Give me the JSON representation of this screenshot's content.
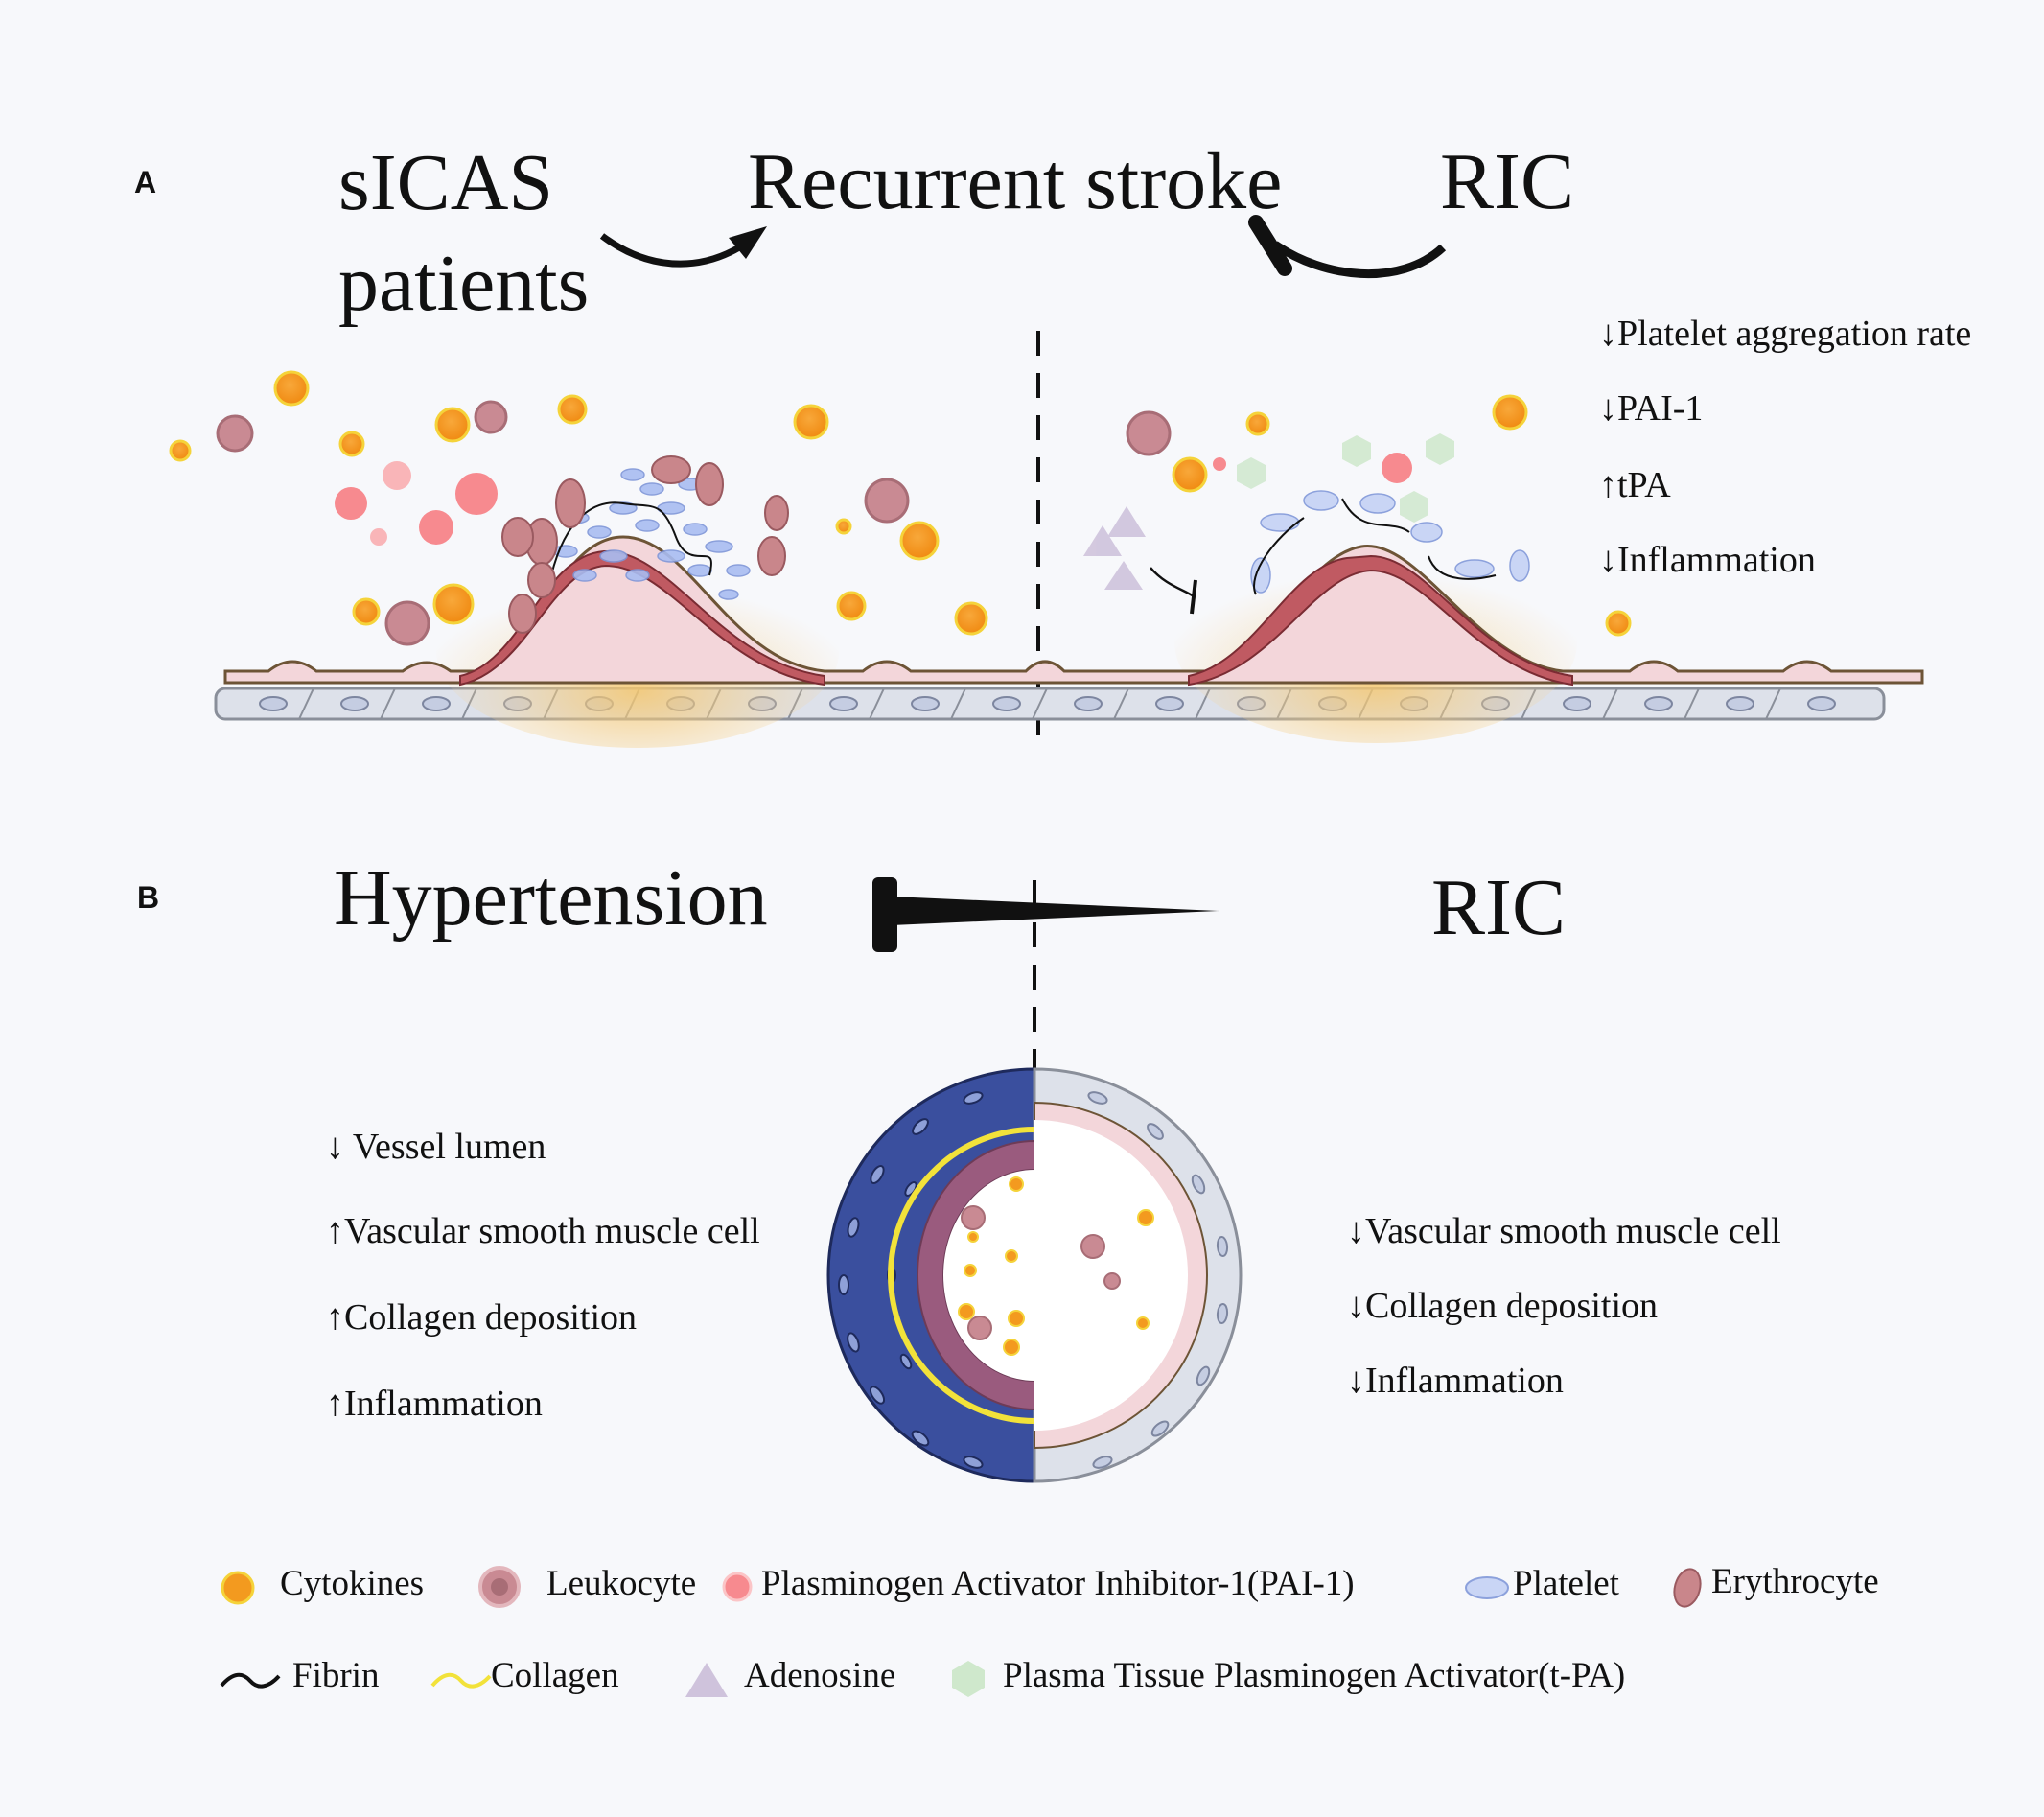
{
  "panel_a": {
    "label": "A",
    "left_title_line1": "sICAS",
    "left_title_line2": "patients",
    "center_title": "Recurrent stroke",
    "right_title": "RIC",
    "effects": [
      {
        "dir": "down",
        "text": "Platelet aggregation rate"
      },
      {
        "dir": "down",
        "text": "PAI-1"
      },
      {
        "dir": "up",
        "text": "tPA"
      },
      {
        "dir": "down",
        "text": "Inflammation"
      }
    ]
  },
  "panel_b": {
    "label": "B",
    "left_title": "Hypertension",
    "right_title": "RIC",
    "left_effects": [
      {
        "dir": "down",
        "text": "Vessel lumen"
      },
      {
        "dir": "up",
        "text": "Vascular smooth muscle cell"
      },
      {
        "dir": "up",
        "text": "Collagen deposition"
      },
      {
        "dir": "up",
        "text": "Inflammation"
      }
    ],
    "right_effects": [
      {
        "dir": "down",
        "text": "Vascular smooth muscle cell"
      },
      {
        "dir": "down",
        "text": "Collagen deposition"
      },
      {
        "dir": "down",
        "text": "Inflammation"
      }
    ]
  },
  "legend": {
    "row1": [
      {
        "icon": "cytokine-icon",
        "label": "Cytokines"
      },
      {
        "icon": "leukocyte-icon",
        "label": "Leukocyte"
      },
      {
        "icon": "pai1-icon",
        "label": "Plasminogen Activator Inhibitor-1(PAI-1)"
      },
      {
        "icon": "platelet-icon",
        "label": "Platelet"
      },
      {
        "icon": "erythrocyte-icon",
        "label": "Erythrocyte"
      }
    ],
    "row2": [
      {
        "icon": "fibrin-icon",
        "label": "Fibrin"
      },
      {
        "icon": "collagen-icon",
        "label": "Collagen"
      },
      {
        "icon": "adenosine-icon",
        "label": "Adenosine"
      },
      {
        "icon": "tpa-icon",
        "label": "Plasma Tissue Plasminogen Activator(t-PA)"
      }
    ]
  },
  "colors": {
    "cytokine": "#f39a1f",
    "leukocyte": "#c98a93",
    "pai1": "#f78a8f",
    "platelet": "#a9bdf2",
    "erythrocyte": "#b97a80",
    "collagen": "#f2e23a",
    "adenosine": "#cfc3dc",
    "tpa": "#cfe8cc",
    "smooth_muscle_dark": "#3a4f9e",
    "smooth_muscle_light": "#dde1ea",
    "plaque": "#f5d6a0",
    "intima": "#c05a62"
  }
}
